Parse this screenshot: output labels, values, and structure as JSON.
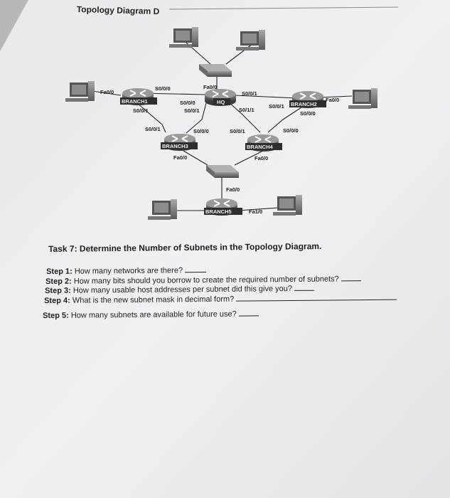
{
  "title": "Topology Diagram D",
  "diagram": {
    "hq": {
      "name": "HQ",
      "ports": {
        "fa": "Fa0/0",
        "s1": "S0/0/1",
        "s0": "S0/0/0",
        "s01": "S0/0/1",
        "s11": "S0/1/1"
      }
    },
    "branch1": {
      "name": "BRANCH1",
      "ports": {
        "fa": "Fa0/0",
        "s0": "S0/0/0",
        "s1": "S0/0/1",
        "s1b": "S0/0/1"
      }
    },
    "branch2": {
      "name": "BRANCH2",
      "ports": {
        "fa": "Fa0/0",
        "s1": "S0/0/1",
        "s0": "S0/0/0",
        "s0b": "S0/0/0"
      }
    },
    "branch3": {
      "name": "BRANCH3",
      "ports": {
        "s0": "S0/0/0",
        "fa": "Fa0/0"
      }
    },
    "branch4": {
      "name": "BRANCH4",
      "ports": {
        "s1": "S0/0/1",
        "fa": "Fa0/0"
      }
    },
    "branch5": {
      "name": "BRANCH5",
      "ports": {
        "fa0": "Fa0/0",
        "fa1": "Fa1/0"
      }
    }
  },
  "task": {
    "title": "Task 7: Determine the Number of Subnets in the Topology Diagram.",
    "steps": [
      {
        "label": "Step 1:",
        "text": "How many networks are there?"
      },
      {
        "label": "Step 2:",
        "text": "How many bits should you borrow to create the required number of subnets?"
      },
      {
        "label": "Step 3:",
        "text": "How many usable host addresses per subnet did this give you?"
      },
      {
        "label": "Step 4:",
        "text": "What is the new subnet mask in decimal form?"
      },
      {
        "label": "Step 5:",
        "text": "How many subnets are available for future use?"
      }
    ]
  }
}
